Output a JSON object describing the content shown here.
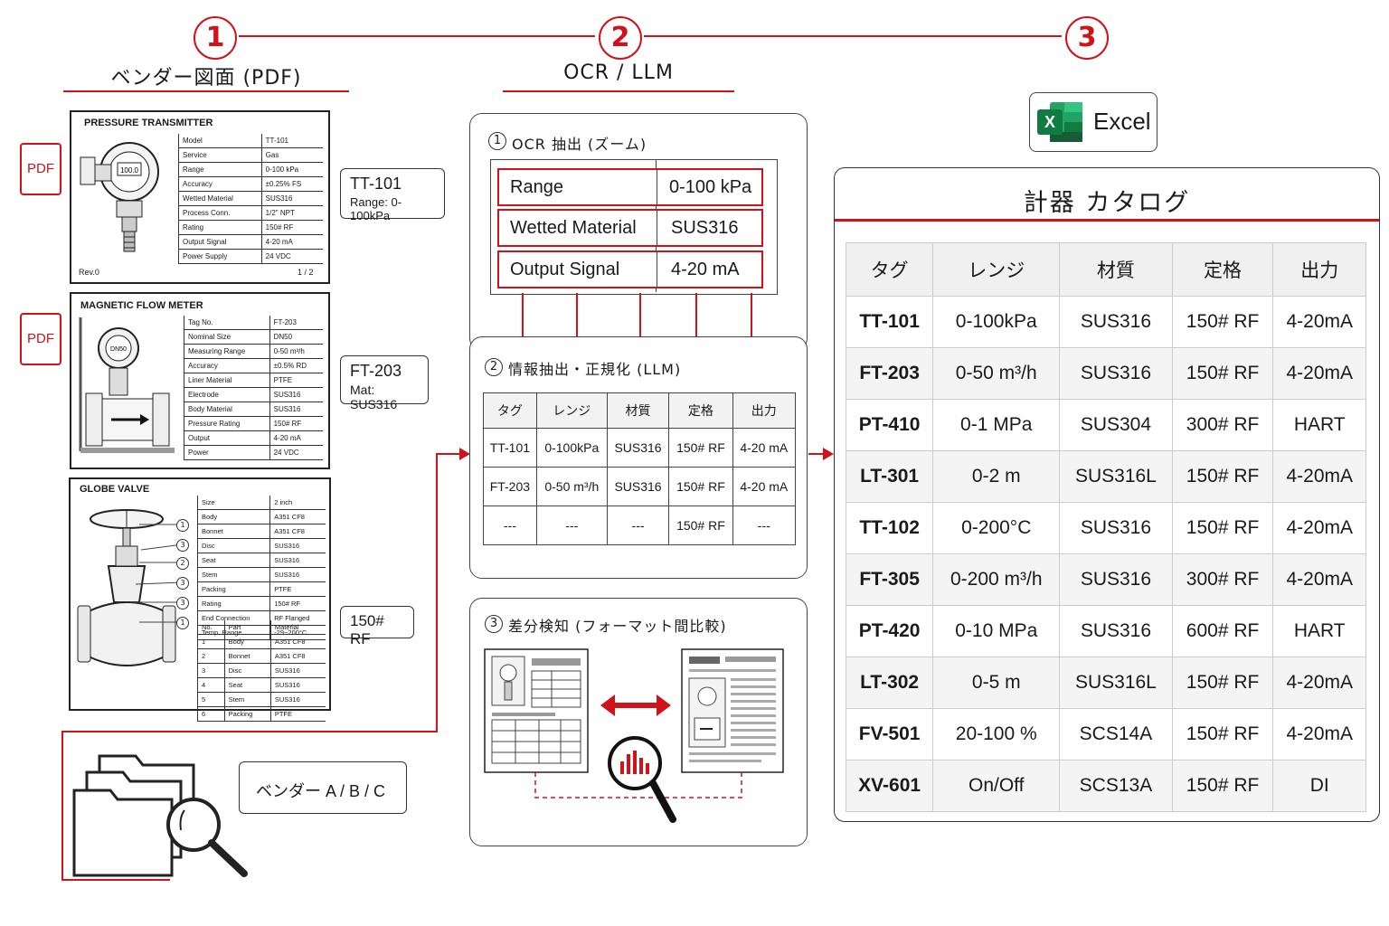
{
  "steps": [
    {
      "num": "1",
      "title": "ベンダー図面 (PDF)"
    },
    {
      "num": "2",
      "title": "OCR / LLM"
    },
    {
      "num": "3",
      "title": ""
    }
  ],
  "excel_label": "Excel",
  "pdf_label": "PDF",
  "sheets": {
    "pressure": {
      "title": "PRESSURE TRANSMITTER",
      "display": "100.0",
      "rows": [
        [
          "Model",
          "TT-101"
        ],
        [
          "Service",
          "Gas"
        ],
        [
          "Range",
          "0-100 kPa"
        ],
        [
          "Accuracy",
          "±0.25% FS"
        ],
        [
          "Wetted Material",
          "SUS316"
        ],
        [
          "Process Conn.",
          "1/2\" NPT"
        ],
        [
          "Rating",
          "150# RF"
        ],
        [
          "Output Signal",
          "4-20 mA"
        ],
        [
          "Power Supply",
          "24 VDC"
        ]
      ],
      "footer_left": "Rev.0",
      "footer_right": "1 / 2"
    },
    "flow": {
      "title": "MAGNETIC FLOW METER",
      "display": "DN50",
      "rows": [
        [
          "Tag No.",
          "FT-203"
        ],
        [
          "Nominal Size",
          "DN50"
        ],
        [
          "Measuring Range",
          "0-50 m³/h"
        ],
        [
          "Accuracy",
          "±0.5% RD"
        ],
        [
          "Liner Material",
          "PTFE"
        ],
        [
          "Electrode",
          "SUS316"
        ],
        [
          "Body Material",
          "SUS316"
        ],
        [
          "Pressure Rating",
          "150# RF"
        ],
        [
          "Output",
          "4-20 mA"
        ],
        [
          "Power",
          "24 VDC"
        ]
      ]
    },
    "valve": {
      "title": "GLOBE VALVE",
      "rows": [
        [
          "Size",
          "2 inch"
        ],
        [
          "Body",
          "A351 CF8"
        ],
        [
          "Bonnet",
          "A351 CF8"
        ],
        [
          "Disc",
          "SUS316"
        ],
        [
          "Seat",
          "SUS316"
        ],
        [
          "Stem",
          "SUS316"
        ],
        [
          "Packing",
          "PTFE"
        ],
        [
          "Rating",
          "150# RF"
        ],
        [
          "End Connection",
          "RF Flanged"
        ],
        [
          "Temp. Range",
          "-29~200°C"
        ]
      ],
      "parts_header": [
        "No.",
        "Part",
        "Material"
      ],
      "parts": [
        [
          "1",
          "Body",
          "A351 CF8"
        ],
        [
          "2",
          "Bonnet",
          "A351 CF8"
        ],
        [
          "3",
          "Disc",
          "SUS316"
        ],
        [
          "4",
          "Seat",
          "SUS316"
        ],
        [
          "5",
          "Stem",
          "SUS316"
        ],
        [
          "6",
          "Packing",
          "PTFE"
        ]
      ],
      "markers": [
        "1",
        "3",
        "2",
        "3",
        "3",
        "1"
      ]
    }
  },
  "callouts": {
    "tt": {
      "line1": "TT-101",
      "line2": "Range: 0-100kPa"
    },
    "ft": {
      "line1": "FT-203",
      "line2": "Mat: SUS316"
    },
    "rf": {
      "line1": "150# RF"
    },
    "vendor": {
      "line1": "ベンダー A / B / C"
    }
  },
  "panel1": {
    "num": "1",
    "title": "OCR 抽出 (ズーム)",
    "rows": [
      [
        "Range",
        "0-100 kPa"
      ],
      [
        "Wetted Material",
        "SUS316"
      ],
      [
        "Output Signal",
        "4-20 mA"
      ]
    ]
  },
  "panel2": {
    "num": "2",
    "title": "情報抽出・正規化 (LLM)",
    "headers": [
      "タグ",
      "レンジ",
      "材質",
      "定格",
      "出力"
    ],
    "rows": [
      [
        "TT-101",
        "0-100kPa",
        "SUS316",
        "150# RF",
        "4-20 mA"
      ],
      [
        "FT-203",
        "0-50 m³/h",
        "SUS316",
        "150# RF",
        "4-20 mA"
      ],
      [
        "---",
        "---",
        "---",
        "150# RF",
        "---"
      ]
    ]
  },
  "panel3": {
    "num": "3",
    "title": "差分検知 (フォーマット間比較)"
  },
  "catalog": {
    "title": "計器 カタログ",
    "headers": [
      "タグ",
      "レンジ",
      "材質",
      "定格",
      "出力"
    ],
    "rows": [
      [
        "TT-101",
        "0-100kPa",
        "SUS316",
        "150# RF",
        "4-20mA"
      ],
      [
        "FT-203",
        "0-50 m³/h",
        "SUS316",
        "150# RF",
        "4-20mA"
      ],
      [
        "PT-410",
        "0-1 MPa",
        "SUS304",
        "300# RF",
        "HART"
      ],
      [
        "LT-301",
        "0-2 m",
        "SUS316L",
        "150# RF",
        "4-20mA"
      ],
      [
        "TT-102",
        "0-200°C",
        "SUS316",
        "150# RF",
        "4-20mA"
      ],
      [
        "FT-305",
        "0-200 m³/h",
        "SUS316",
        "300# RF",
        "4-20mA"
      ],
      [
        "PT-420",
        "0-10 MPa",
        "SUS316",
        "600# RF",
        "HART"
      ],
      [
        "LT-302",
        "0-5 m",
        "SUS316L",
        "150# RF",
        "4-20mA"
      ],
      [
        "FV-501",
        "20-100 %",
        "SCS14A",
        "150# RF",
        "4-20mA"
      ],
      [
        "XV-601",
        "On/Off",
        "SCS13A",
        "150# RF",
        "DI"
      ]
    ]
  },
  "colors": {
    "accent": "#d0121b",
    "excel": "#1d6f42"
  }
}
